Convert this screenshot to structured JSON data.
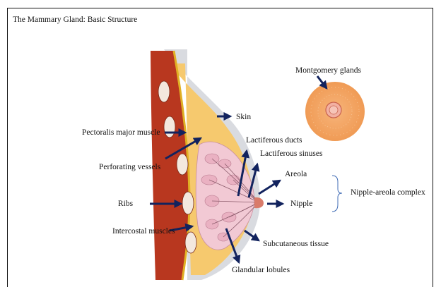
{
  "title": "The Mammary Gland: Basic Structure",
  "labels": {
    "montgomery": "Montgomery glands",
    "skin": "Skin",
    "pectoralis": "Pectoralis major muscle",
    "perforating": "Perforating vessels",
    "ribs": "Ribs",
    "intercostal": "Intercostal muscles",
    "lactiferous_ducts": "Lactiferous ducts",
    "lactiferous_sinuses": "Lactiferous sinuses",
    "areola": "Areola",
    "nipple": "Nipple",
    "nipple_areola_complex": "Nipple-areola complex",
    "subcutaneous": "Subcutaneous tissue",
    "glandular_lobules": "Glandular lobules"
  },
  "colors": {
    "arrow": "#12235e",
    "muscle": "#b8371f",
    "skin_grey": "#d9dbe0",
    "fat": "#f6c96e",
    "gland": "#f2c9d4",
    "areola": "#f2a766",
    "brace": "#3f6bb5"
  }
}
